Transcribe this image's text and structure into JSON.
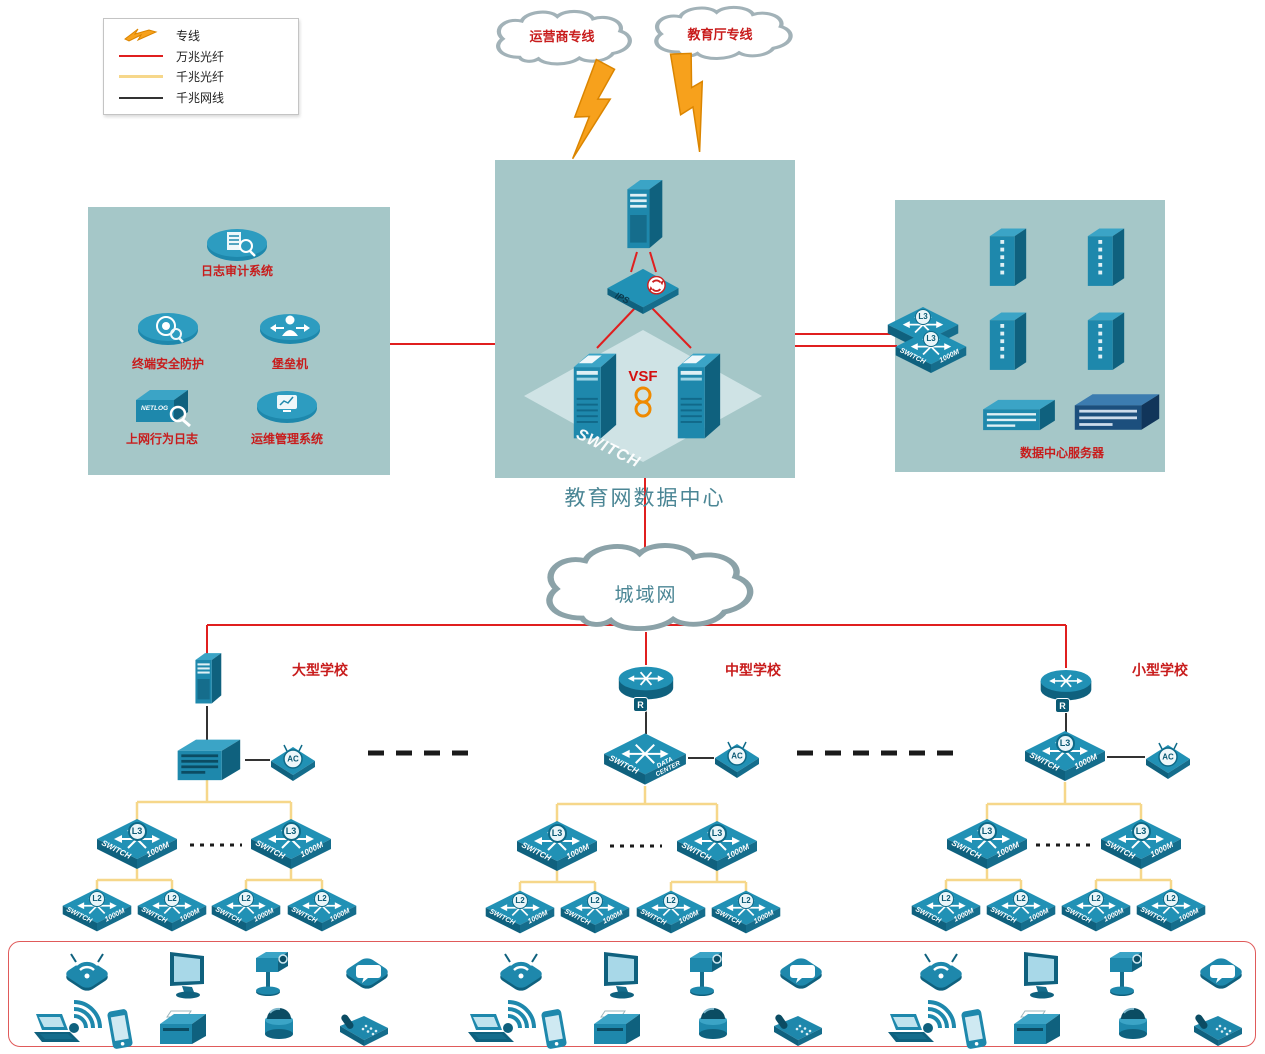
{
  "legend": {
    "items": [
      {
        "id": "dedicated-line",
        "label": "专线",
        "style": "lightning",
        "color": "#f7a11c"
      },
      {
        "id": "fiber-10g",
        "label": "万兆光纤",
        "style": "solid",
        "color": "#e01f1f"
      },
      {
        "id": "fiber-1g",
        "label": "千兆光纤",
        "style": "solid",
        "color": "#f6d78a"
      },
      {
        "id": "cable-1g",
        "label": "千兆网线",
        "style": "solid",
        "color": "#333333"
      }
    ]
  },
  "clouds": {
    "carrier": "运营商专线",
    "education_dept": "教育厅专线",
    "man": "城域网"
  },
  "data_center": {
    "title": "教育网数据中心",
    "ips": "IPS",
    "vsf": "VSF",
    "switch_watermark": "SWITCH"
  },
  "security_zone": {
    "log_audit": "日志审计系统",
    "terminal_security": "终端安全防护",
    "bastion": "堡垒机",
    "netlog": "NETLOG",
    "net_behavior_log": "上网行为日志",
    "ops_mgmt": "运维管理系统"
  },
  "server_zone": {
    "title": "数据中心服务器"
  },
  "labels": {
    "switch": "SWITCH",
    "speed": "1000M",
    "l3": "L3",
    "l2": "L2",
    "ac": "AC",
    "router": "R",
    "dc_line1": "DATA",
    "dc_line2": "CENTER"
  },
  "schools": {
    "large": "大型学校",
    "medium": "中型学校",
    "small": "小型学校"
  },
  "terminal_icons": [
    "wireless-ap",
    "pc-monitor",
    "ptz-camera",
    "chat",
    "wifi-signal",
    "laptop",
    "smartphone",
    "printer",
    "dome-camera",
    "desk-phone"
  ]
}
